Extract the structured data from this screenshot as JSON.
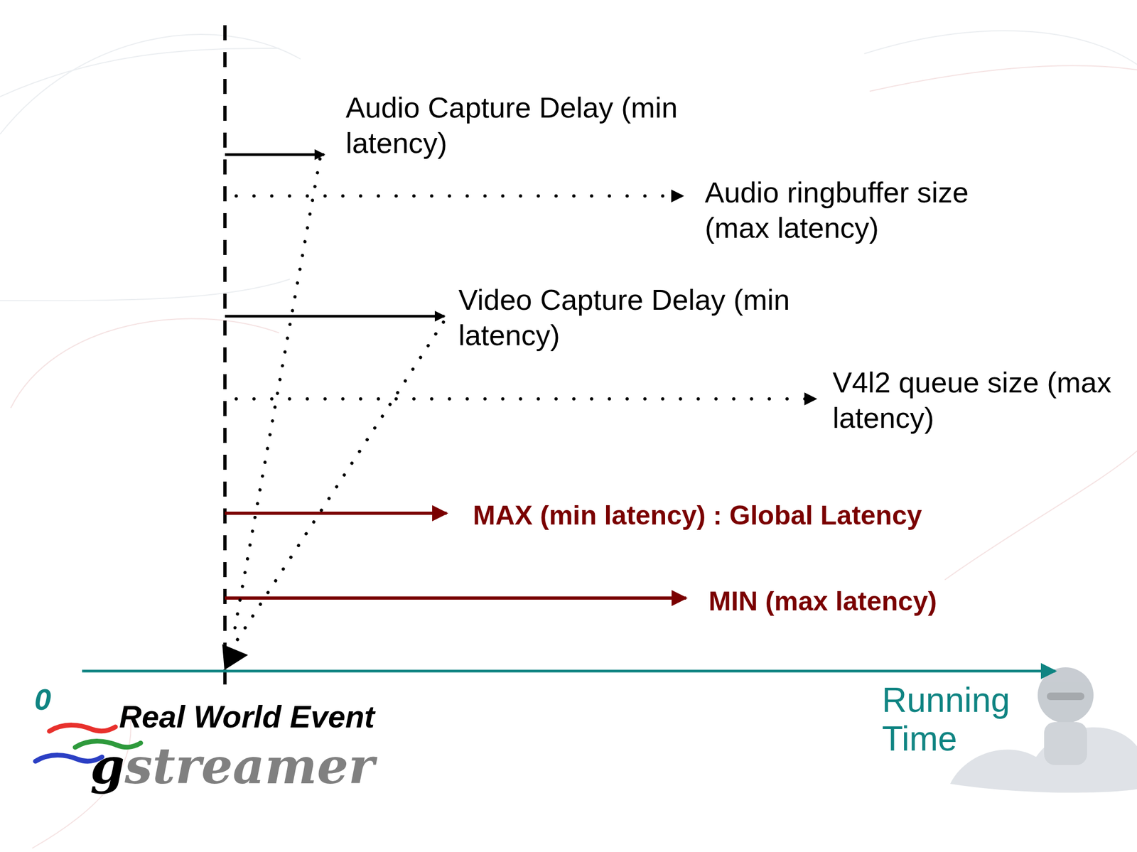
{
  "diagram": {
    "labels": [
      "Audio Capture Delay (min latency)",
      "Audio ringbuffer size (max latency)",
      "Video Capture Delay (min latency)",
      "V4l2 queue size (max latency)",
      "MAX (min latency) : Global Latency",
      "MIN (max latency)",
      "0",
      "Real World Event",
      "Running Time",
      "gstreamer"
    ]
  }
}
